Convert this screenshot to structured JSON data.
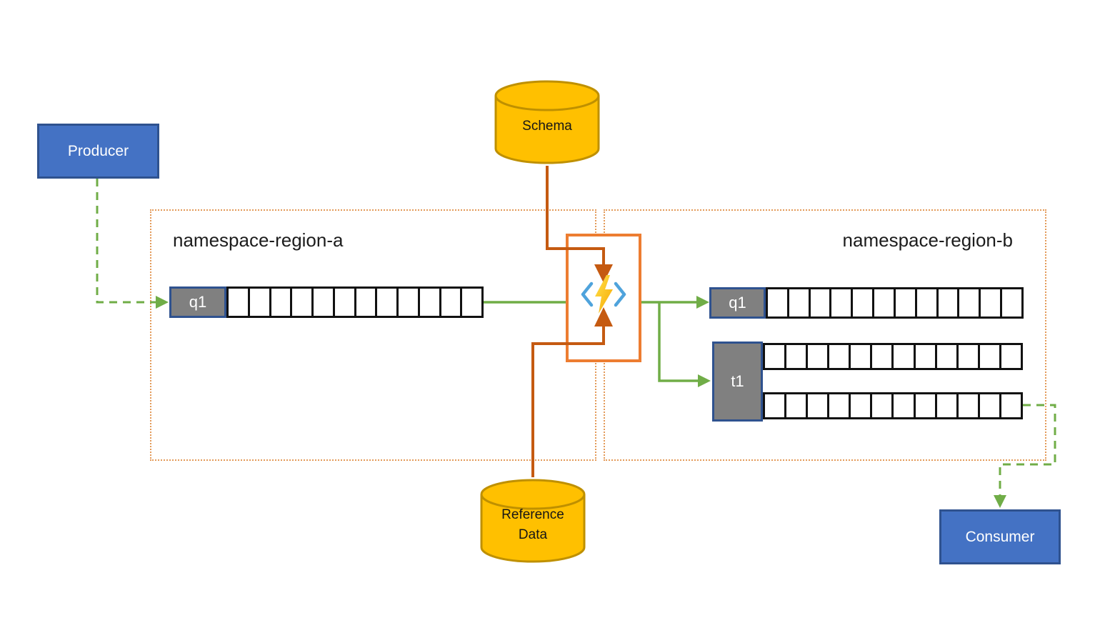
{
  "nodes": {
    "producer": {
      "label": "Producer"
    },
    "consumer": {
      "label": "Consumer"
    },
    "schema": {
      "label": "Schema"
    },
    "reference_data": {
      "label": "Reference Data"
    },
    "function": {
      "icon": "azure-function-code-lightning-icon"
    }
  },
  "regions": {
    "a": {
      "label": "namespace-region-a",
      "queue": {
        "label": "q1",
        "cells": 12
      }
    },
    "b": {
      "label": "namespace-region-b",
      "queue": {
        "label": "q1",
        "cells": 12
      },
      "topic": {
        "label": "t1",
        "rows": 2,
        "cells_per_row": 12
      }
    }
  },
  "edges": [
    {
      "from": "producer",
      "to": "region-a-q1",
      "style": "dashed",
      "color": "#70AD47"
    },
    {
      "from": "region-a-q1",
      "to": "function",
      "style": "solid",
      "color": "#70AD47"
    },
    {
      "from": "function",
      "to": "region-b-q1",
      "style": "solid",
      "color": "#70AD47"
    },
    {
      "from": "function",
      "to": "region-b-t1",
      "style": "solid",
      "color": "#70AD47"
    },
    {
      "from": "schema",
      "to": "function",
      "style": "solid",
      "color": "#C55A11"
    },
    {
      "from": "reference-data",
      "to": "function",
      "style": "solid",
      "color": "#C55A11"
    },
    {
      "from": "region-b-t1",
      "to": "consumer",
      "style": "dashed",
      "color": "#70AD47"
    }
  ],
  "colors": {
    "green": "#70AD47",
    "brown": "#C55A11",
    "orange": "#ED7D31",
    "blue": "#4472C4",
    "blue-border": "#2F528F",
    "gold": "#FFC000",
    "gold-border": "#BF9000",
    "gray": "#808080",
    "region-border": "#E39A59"
  }
}
